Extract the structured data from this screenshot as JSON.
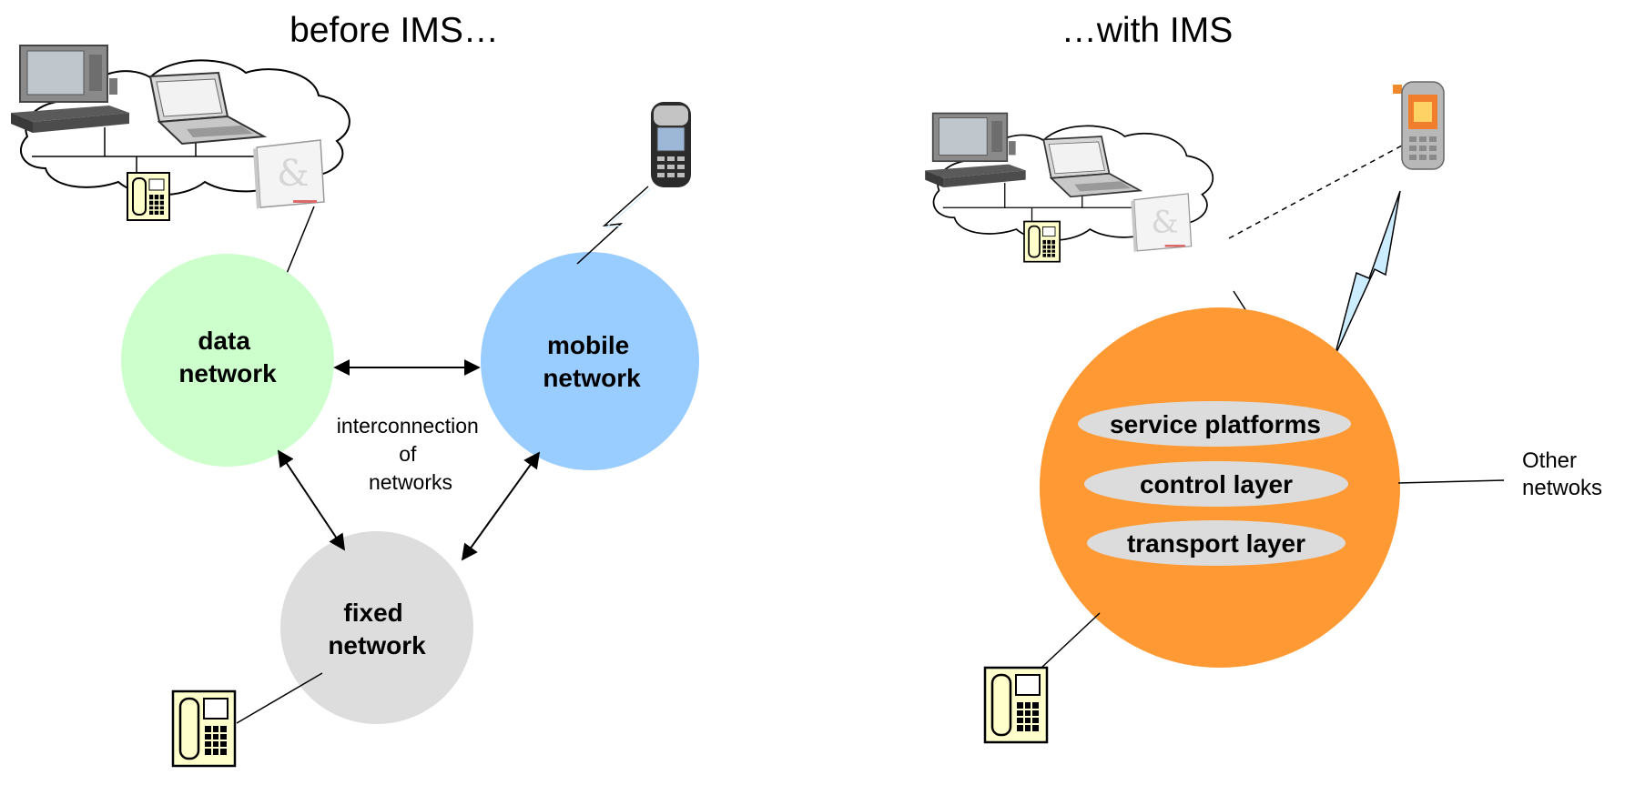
{
  "left": {
    "title": "before IMS…",
    "data_network": [
      "data",
      "network"
    ],
    "mobile_network": [
      "mobile",
      "network"
    ],
    "fixed_network": [
      "fixed",
      "network"
    ],
    "interconnection": [
      "interconnection",
      "of",
      "networks"
    ]
  },
  "right": {
    "title": "…with IMS",
    "layers": [
      "service platforms",
      "control layer",
      "transport layer"
    ],
    "other_networks": [
      "Other",
      "netwoks"
    ]
  },
  "colors": {
    "data_network": "#ccffcc",
    "mobile_network": "#99ccff",
    "fixed_network": "#dddddd",
    "ims_core": "#ff9933",
    "layer_band": "#dcdcdc",
    "phone": "#ffffcc",
    "lightning": "#ccecff"
  },
  "icons": {
    "tv": "tv-icon",
    "laptop": "laptop-icon",
    "set_top_box": "set-top-box-icon",
    "home_gateway": "home-gateway-icon",
    "desk_phone": "desk-phone-icon",
    "mobile_phone": "mobile-phone-icon",
    "wireless_link": "lightning-icon"
  }
}
